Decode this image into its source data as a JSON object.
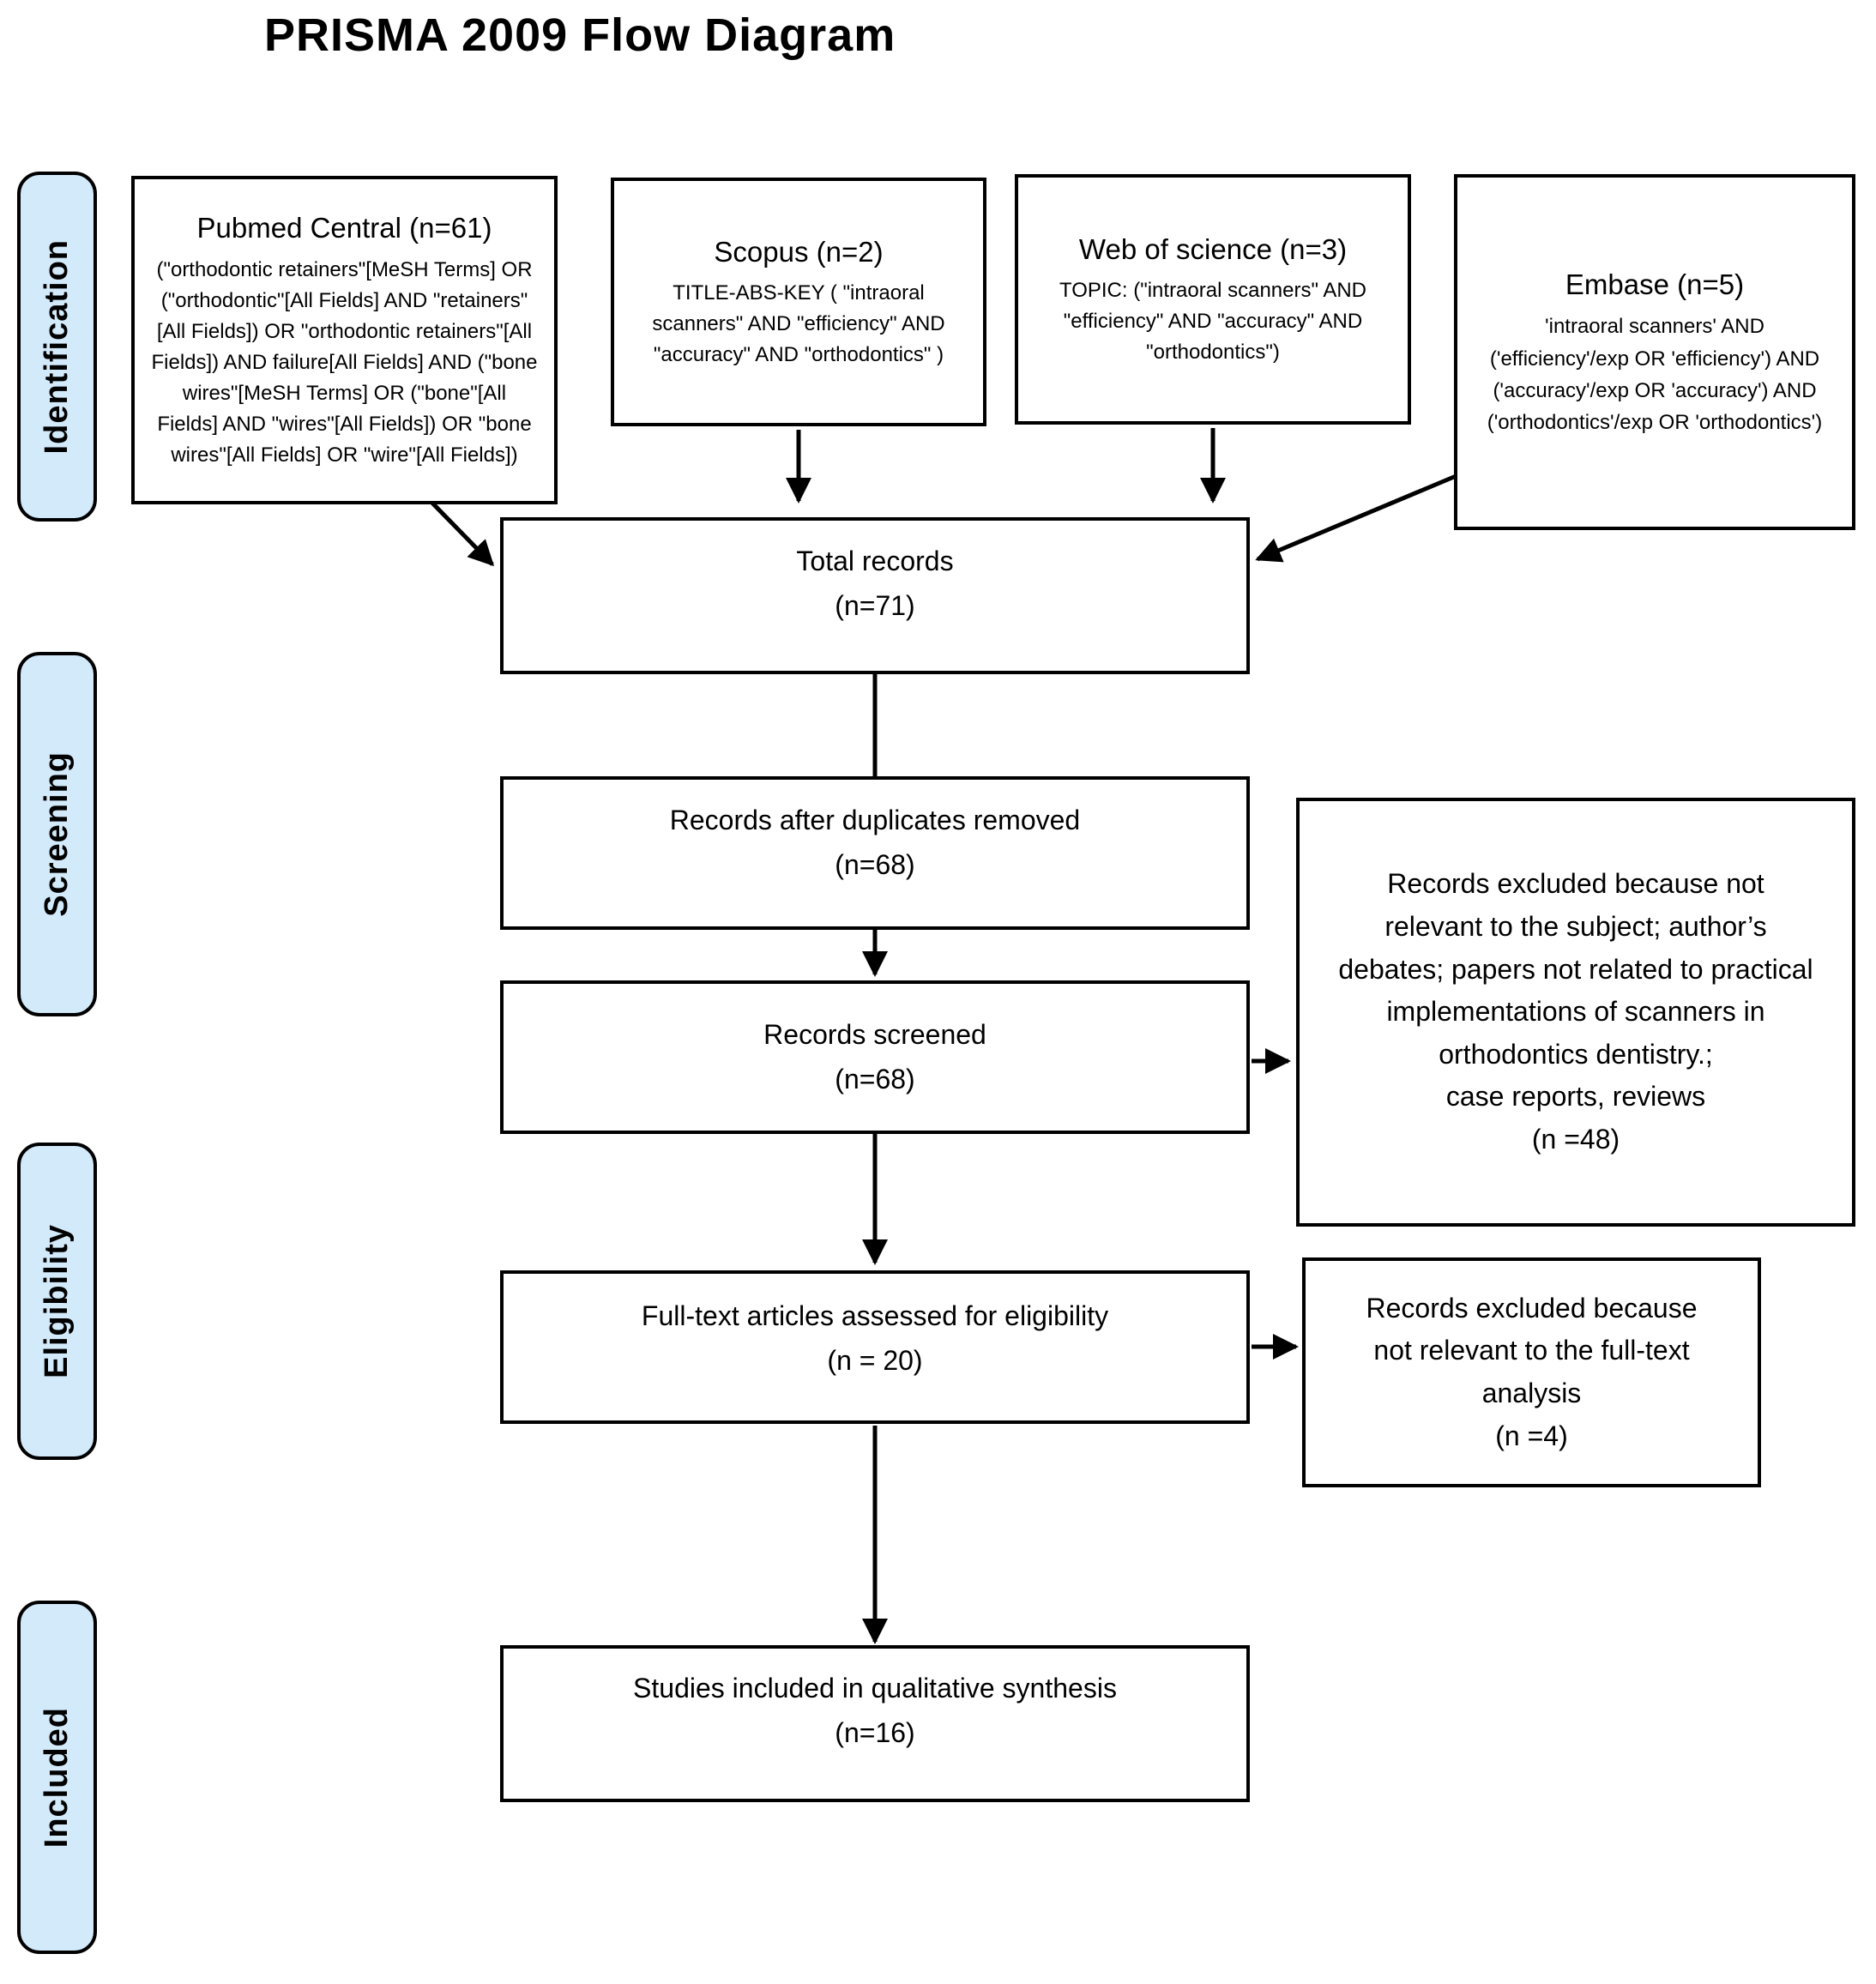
{
  "title": "PRISMA 2009 Flow Diagram",
  "phases": [
    "Identification",
    "Screening",
    "Eligibility",
    "Included"
  ],
  "sources": [
    {
      "name": "Pubmed Central (n=61)",
      "query": "(\"orthodontic retainers\"[MeSH Terms] OR (\"orthodontic\"[All Fields] AND \"retainers\"[All Fields]) OR \"orthodontic retainers\"[All Fields]) AND failure[All Fields] AND (\"bone wires\"[MeSH Terms] OR (\"bone\"[All Fields] AND \"wires\"[All Fields]) OR \"bone wires\"[All Fields] OR \"wire\"[All Fields])"
    },
    {
      "name": "Scopus (n=2)",
      "query": "TITLE-ABS-KEY ( \"intraoral scanners\"  AND  \"efficiency\"  AND  \"accuracy\"  AND  \"orthodontics\" )"
    },
    {
      "name": "Web of science (n=3)",
      "query": "TOPIC: (\"intraoral scanners\" AND \"efficiency\"  AND \"accuracy\"  AND \"orthodontics\")"
    },
    {
      "name": "Embase (n=5)",
      "query": "'intraoral scanners' AND ('efficiency'/exp OR 'efficiency') AND ('accuracy'/exp OR 'accuracy') AND ('orthodontics'/exp OR 'orthodontics')"
    }
  ],
  "stages": {
    "total": {
      "label": "Total records",
      "count": "(n=71)"
    },
    "dedup": {
      "label": "Records after duplicates removed",
      "count": "(n=68)"
    },
    "screened": {
      "label": "Records screened",
      "count": "(n=68)"
    },
    "fulltext": {
      "label": "Full-text articles assessed for eligibility",
      "count": "(n = 20)"
    },
    "included": {
      "label": "Studies included in qualitative synthesis",
      "count": "(n=16)"
    }
  },
  "exclusions": [
    {
      "reason": "Records excluded because not relevant to the subject; author’s debates; papers not related to practical implementations of scanners in orthodontics dentistry.;",
      "reason2": "case reports, reviews",
      "count": "(n =48)"
    },
    {
      "reason": "Records excluded because not relevant to the full-text analysis",
      "count": "(n =4)"
    }
  ],
  "colors": {
    "phase_fill": "#d3eafb",
    "line": "#000000",
    "box_fill": "#ffffff"
  }
}
